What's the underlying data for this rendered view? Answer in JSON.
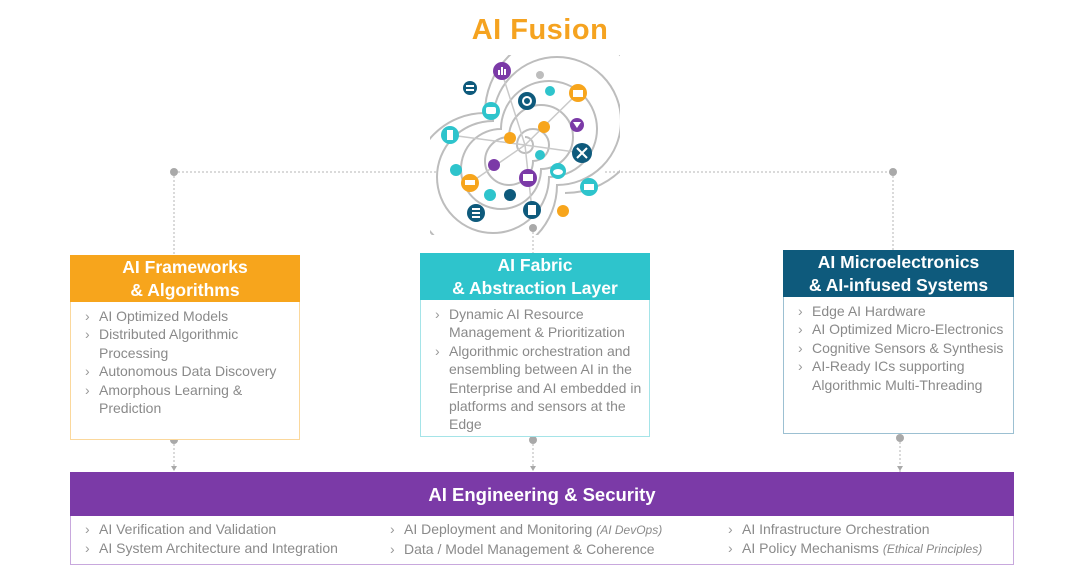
{
  "title": "AI Fusion",
  "colors": {
    "title": "#f5a320",
    "orange": "#f7a51c",
    "teal": "#2ec4cc",
    "navy": "#0e5a7c",
    "purple": "#7b3aa7",
    "connector": "#a9a9a9"
  },
  "hub": {
    "icons": [
      "bar-chart-icon",
      "gear-icon",
      "folder-icon",
      "wrench-icon",
      "monitor-icon",
      "database-icon",
      "document-icon",
      "cart-icon",
      "cloud-icon",
      "filter-icon",
      "phone-icon",
      "server-icon",
      "chat-icon",
      "mobile-icon"
    ]
  },
  "cards": {
    "frameworks": {
      "title_line1": "AI Frameworks",
      "title_line2": "& Algorithms",
      "items": [
        "AI Optimized Models",
        "Distributed Algorithmic Processing",
        "Autonomous Data Discovery",
        "Amorphous Learning & Prediction"
      ]
    },
    "fabric": {
      "title_line1": "AI Fabric",
      "title_line2": "& Abstraction Layer",
      "items": [
        "Dynamic AI Resource Management & Prioritization",
        "Algorithmic orchestration and ensembling between AI in the Enterprise and AI embedded in platforms and sensors at the Edge"
      ]
    },
    "micro": {
      "title_line1": "AI Microelectronics",
      "title_line2": "& AI-infused Systems",
      "items": [
        "Edge AI Hardware",
        "AI Optimized Micro-Electronics",
        "Cognitive Sensors & Synthesis",
        "AI-Ready ICs supporting Algorithmic Multi-Threading"
      ]
    },
    "engineering": {
      "title": "AI Engineering & Security",
      "col1": [
        "AI Verification and Validation",
        "AI System Architecture and Integration"
      ],
      "col2_item1": "AI Deployment and Monitoring",
      "col2_item1_note": "(AI DevOps)",
      "col2_item2": "Data / Model Management & Coherence",
      "col3_item1": "AI Infrastructure Orchestration",
      "col3_item2": "AI Policy Mechanisms",
      "col3_item2_note": "(Ethical Principles)"
    }
  }
}
